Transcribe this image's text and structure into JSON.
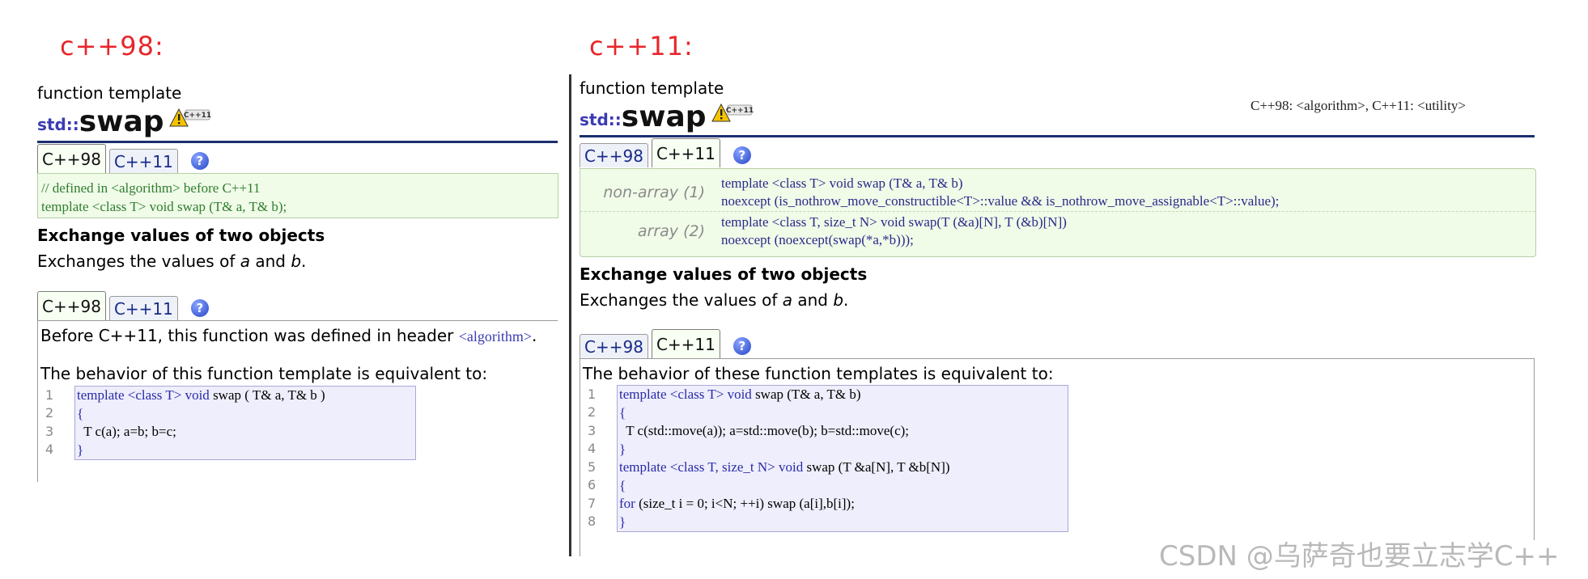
{
  "left": {
    "version_label": "c++98:",
    "kind": "function template",
    "namespace": "std::",
    "name": "swap",
    "tabs": [
      "C++98",
      "C++11"
    ],
    "help": "?",
    "decl_comment": "// defined in <algorithm> before C++11",
    "decl_line": "template <class T> void swap (T& a, T& b);",
    "heading": "Exchange values of two objects",
    "desc_pre": "Exchanges the values of ",
    "desc_a": "a",
    "desc_and": " and ",
    "desc_b": "b",
    "desc_end": ".",
    "note_pre": "Before C++11, this function was defined in header ",
    "note_header": "<algorithm>",
    "note_end": ".",
    "behavior": "The behavior of this function template is equivalent to:",
    "code_lines": [
      {
        "n": "1",
        "text": "template <class T> void swap ( T& a, T& b )"
      },
      {
        "n": "2",
        "text": "{"
      },
      {
        "n": "3",
        "text": "  T c(a); a=b; b=c;"
      },
      {
        "n": "4",
        "text": "}"
      }
    ]
  },
  "right": {
    "version_label": "c++11:",
    "kind": "function template",
    "namespace": "std::",
    "name": "swap",
    "header_note": "C++98: <algorithm>, C++11: <utility>",
    "tabs": [
      "C++98",
      "C++11"
    ],
    "help": "?",
    "decls": [
      {
        "label": "non-array (1)",
        "line1": "template <class T> void swap (T& a, T& b)",
        "line2": "  noexcept (is_nothrow_move_constructible<T>::value && is_nothrow_move_assignable<T>::value);"
      },
      {
        "label": "array (2)",
        "line1": "template <class T, size_t N> void swap(T (&a)[N], T (&b)[N])",
        "line2": "  noexcept (noexcept(swap(*a,*b)));"
      }
    ],
    "heading": "Exchange values of two objects",
    "desc_pre": "Exchanges the values of ",
    "desc_a": "a",
    "desc_and": " and ",
    "desc_b": "b",
    "desc_end": ".",
    "behavior": "The behavior of these function templates is equivalent to:",
    "code_lines": [
      {
        "n": "1",
        "text": "template <class T> void swap (T& a, T& b)"
      },
      {
        "n": "2",
        "text": "{"
      },
      {
        "n": "3",
        "text": "  T c(std::move(a)); a=std::move(b); b=std::move(c);"
      },
      {
        "n": "4",
        "text": "}"
      },
      {
        "n": "5",
        "text": "template <class T, size_t N> void swap (T &a[N], T &b[N])"
      },
      {
        "n": "6",
        "text": "{"
      },
      {
        "n": "7",
        "text": "  for (size_t i = 0; i<N; ++i) swap (a[i],b[i]);"
      },
      {
        "n": "8",
        "text": "}"
      }
    ]
  },
  "warn_badge": "C++11",
  "watermark": "CSDN @乌萨奇也要立志学C++"
}
